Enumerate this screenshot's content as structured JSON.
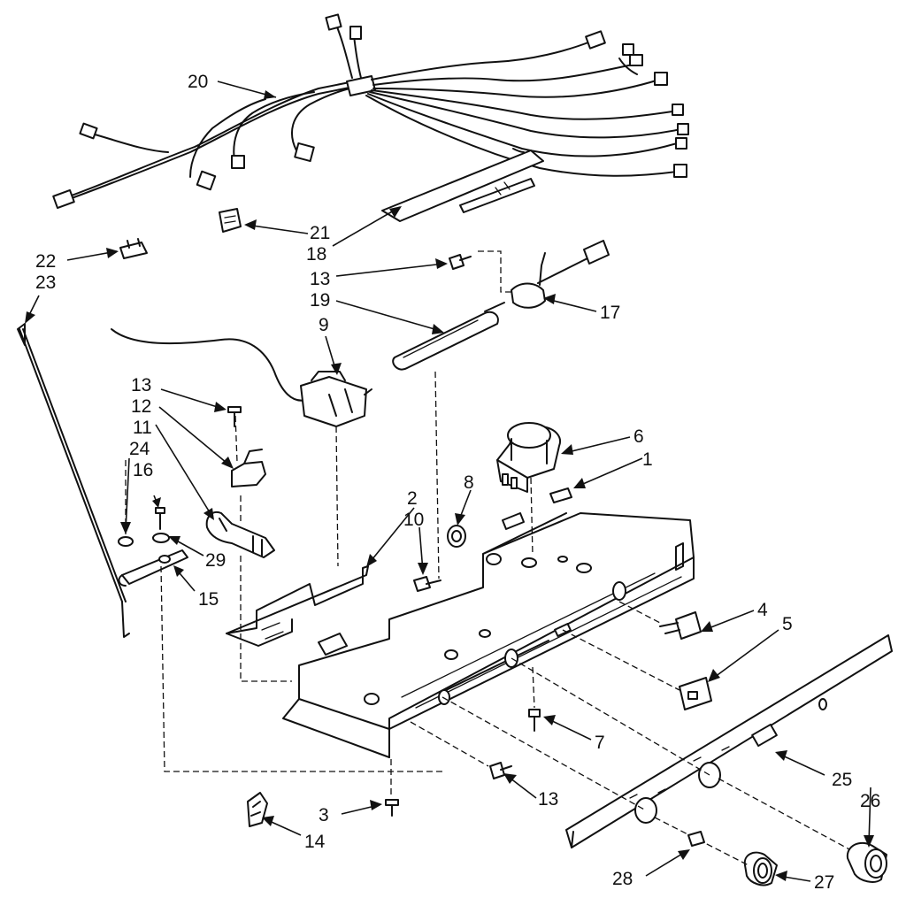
{
  "diagram": {
    "callouts": [
      {
        "id": "c20",
        "text": "20"
      },
      {
        "id": "c21",
        "text": "21"
      },
      {
        "id": "c18",
        "text": "18"
      },
      {
        "id": "c22",
        "text": "22"
      },
      {
        "id": "c23",
        "text": "23"
      },
      {
        "id": "c13a",
        "text": "13"
      },
      {
        "id": "c19",
        "text": "19"
      },
      {
        "id": "c17",
        "text": "17"
      },
      {
        "id": "c9",
        "text": "9"
      },
      {
        "id": "c13b",
        "text": "13"
      },
      {
        "id": "c12",
        "text": "12"
      },
      {
        "id": "c11",
        "text": "11"
      },
      {
        "id": "c24",
        "text": "24"
      },
      {
        "id": "c16",
        "text": "16"
      },
      {
        "id": "c29",
        "text": "29"
      },
      {
        "id": "c15",
        "text": "15"
      },
      {
        "id": "c6",
        "text": "6"
      },
      {
        "id": "c1",
        "text": "1"
      },
      {
        "id": "c8",
        "text": "8"
      },
      {
        "id": "c2",
        "text": "2"
      },
      {
        "id": "c10",
        "text": "10"
      },
      {
        "id": "c4",
        "text": "4"
      },
      {
        "id": "c5",
        "text": "5"
      },
      {
        "id": "c7",
        "text": "7"
      },
      {
        "id": "c25",
        "text": "25"
      },
      {
        "id": "c13c",
        "text": "13"
      },
      {
        "id": "c26",
        "text": "26"
      },
      {
        "id": "c3",
        "text": "3"
      },
      {
        "id": "c14",
        "text": "14"
      },
      {
        "id": "c28",
        "text": "28"
      },
      {
        "id": "c27",
        "text": "27"
      }
    ]
  }
}
